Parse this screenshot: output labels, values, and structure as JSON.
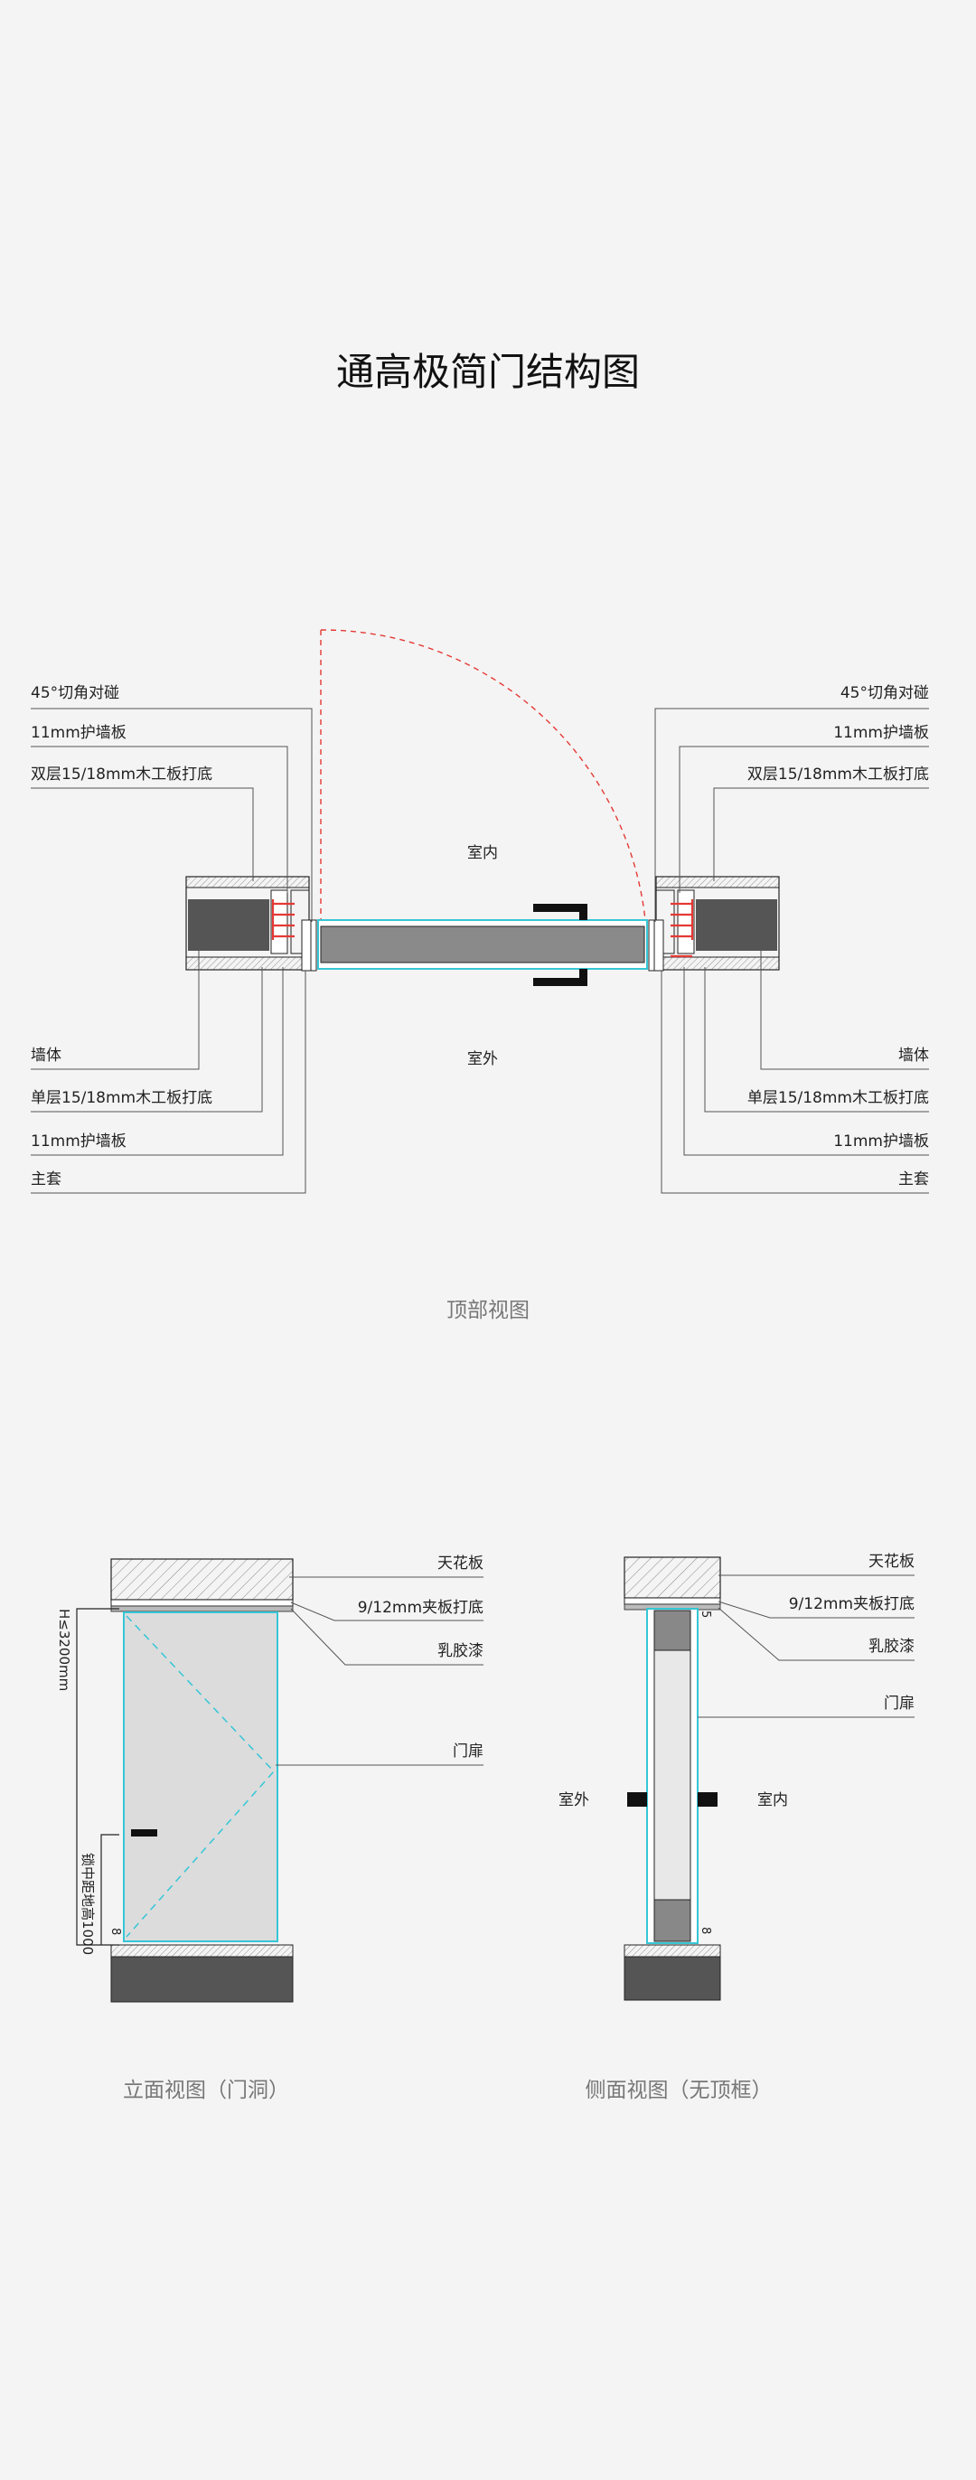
{
  "page": {
    "title": "通高极简门结构图"
  },
  "top_view": {
    "caption": "顶部视图",
    "room_inside": "室内",
    "room_outside": "室外",
    "left_labels": {
      "cut45": "45°切角对碰",
      "board11_top": "11mm护墙板",
      "double_layer": "双层15/18mm木工板打底",
      "wall": "墙体",
      "single_layer": "单层15/18mm木工板打底",
      "board11_bottom": "11mm护墙板",
      "main_frame": "主套"
    },
    "right_labels": {
      "cut45": "45°切角对碰",
      "board11_top": "11mm护墙板",
      "double_layer": "双层15/18mm木工板打底",
      "wall": "墙体",
      "single_layer": "单层15/18mm木工板打底",
      "board11_bottom": "11mm护墙板",
      "main_frame": "主套"
    }
  },
  "front_view": {
    "caption": "立面视图（门洞）",
    "ceiling": "天花板",
    "plywood": "9/12mm夹板打底",
    "latex": "乳胶漆",
    "door_leaf": "门扉",
    "height_note": "H≤3200mm",
    "handle_height": "锁中距地高1000",
    "gap": "8"
  },
  "side_view": {
    "caption": "侧面视图（无顶框）",
    "ceiling": "天花板",
    "plywood": "9/12mm夹板打底",
    "latex": "乳胶漆",
    "door_leaf": "门扉",
    "outside": "室外",
    "inside": "室内",
    "gap_top": "5",
    "gap_bottom": "8"
  },
  "colors": {
    "background": "#f4f4f4",
    "glass_cyan": "#35c6d6",
    "screw_red": "#e53935",
    "swing_arc": "#e53935",
    "wall_fill": "#555555",
    "door_fill": "#8a8a8a",
    "leaf_fill": "#dcdcdc"
  }
}
